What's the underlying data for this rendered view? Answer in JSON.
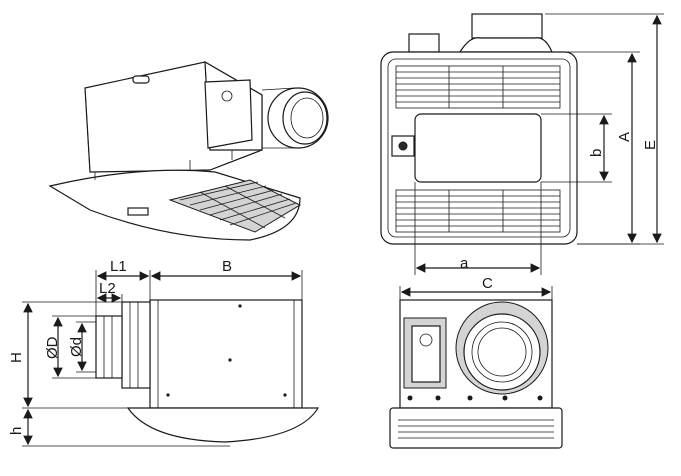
{
  "labels": {
    "A": "A",
    "E": "E",
    "b": "b",
    "a": "a",
    "C": "C",
    "L1": "L1",
    "B": "B",
    "L2": "L2",
    "H": "H",
    "D": "ØD",
    "d": "Ød",
    "h": "h"
  },
  "colors": {
    "line": "#1a1a1a",
    "fill": "#ffffff",
    "shade": "#d4d4d4"
  }
}
